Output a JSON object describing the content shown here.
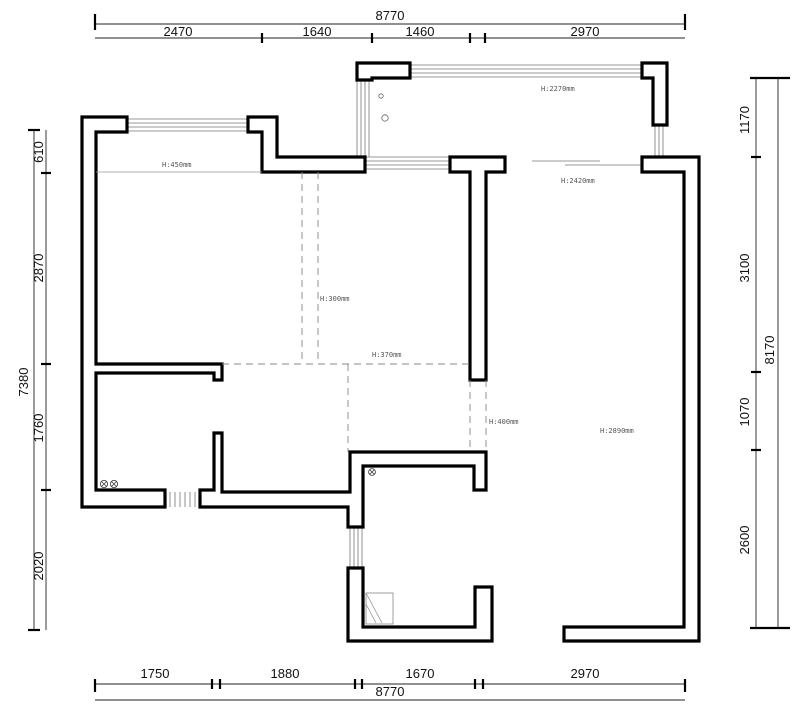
{
  "dimensions": {
    "top_total": "8770",
    "top_segments": [
      "2470",
      "1640",
      "1460",
      "2970"
    ],
    "bottom_total": "8770",
    "bottom_segments": [
      "1750",
      "1880",
      "1670",
      "2970"
    ],
    "left_total": "7380",
    "left_segments": [
      "610",
      "2870",
      "1760",
      "2020"
    ],
    "right_total": "8170",
    "right_segments": [
      "1170",
      "3100",
      "1070",
      "2600"
    ]
  },
  "height_labels": {
    "balcony": "H:2270mm",
    "bedroom_window": "H:450mm",
    "living_window": "H:2420mm",
    "bedroom_beam": "H:300mm",
    "center_beam": "H:370mm",
    "corridor_beam": "H:400mm",
    "living_room": "H:2890mm"
  },
  "colors": {
    "wall": "#000000",
    "dash": "#888888",
    "background": "#ffffff"
  },
  "icons": [
    "drain-icon",
    "floor-drain-icon",
    "water-meter-icon",
    "toilet-fixture-icon"
  ]
}
